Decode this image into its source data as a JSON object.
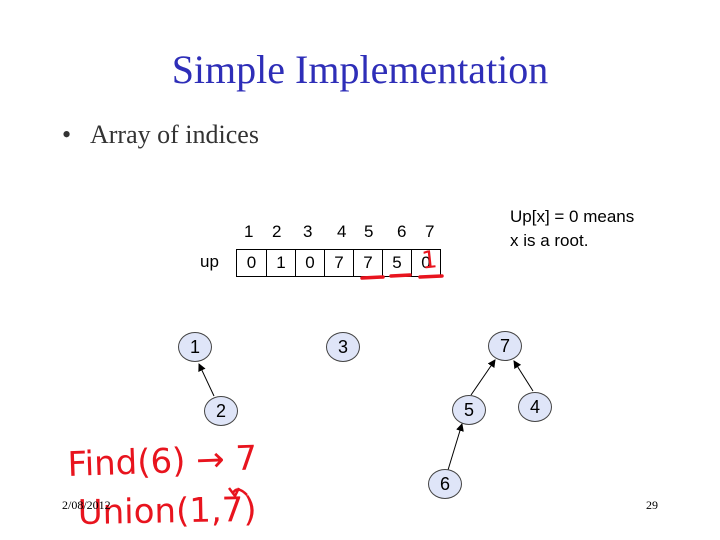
{
  "slide": {
    "title": "Simple Implementation",
    "bullet": "Array of indices",
    "footer_date": "2/08/2012",
    "page_number": "29"
  },
  "array": {
    "label": "up",
    "indices": [
      "1",
      "2",
      "3",
      "4",
      "5",
      "6",
      "7"
    ],
    "values": [
      "0",
      "1",
      "0",
      "7",
      "7",
      "5",
      "0"
    ]
  },
  "note": {
    "line1": "Up[x] = 0 means",
    "line2": "x is a root."
  },
  "tree": {
    "nodes": [
      "1",
      "2",
      "3",
      "7",
      "5",
      "4",
      "6"
    ]
  },
  "handwriting": {
    "line1": "Find(6) → 7",
    "line2": "Union(1,7)",
    "overwrite_value": "1",
    "color": "#e8141e"
  },
  "colors": {
    "title": "#2e2eb8",
    "node_fill": "#dfe5f8",
    "ink": "#e8141e"
  }
}
